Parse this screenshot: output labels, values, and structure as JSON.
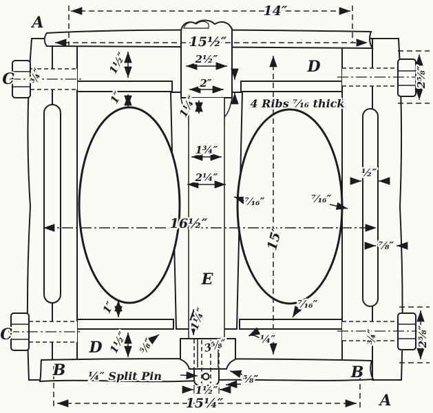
{
  "colors": {
    "ink": "#1c1c1c",
    "paper": "#fbfaf6"
  },
  "letters": {
    "a_top": "A",
    "a_bottom": "A",
    "b_left": "B",
    "b_right": "B",
    "c_top": "C",
    "c_bottom": "C",
    "d_top": "D",
    "d_bottom": "D",
    "e_stem": "E"
  },
  "dimensions": {
    "overall_width_top": "14″",
    "plate_width": "15½″",
    "boss_width": "2½″",
    "boss_face": "2″",
    "neck_height": "1¼″",
    "flange_gap_top": "1½″",
    "rib_gap_top": "1″",
    "bolt_dia_left": "¾″",
    "corner_offset_top": "2⅝″",
    "rod_upper_width": "1¾″",
    "rod_lower_width": "2¼″",
    "web_left": "⁷⁄₁₆″",
    "web_right": "⁷⁄₁₆″",
    "opening_width": "16½″",
    "opening_height": "15″",
    "slot_width": "½″",
    "wall_right": "⅞″",
    "rib_gap_bottom": "1″",
    "flange_gap_bottom": "1½″",
    "ledge_bottom": "⅝″",
    "rod_stub": "1¼″",
    "nut_width": "3⅝″",
    "fillet_bottom": "¼″",
    "web_bottom": "⁷⁄₁₆″",
    "bolt_dia_right": "¾″",
    "corner_offset_bottom": "2⅝″",
    "pin_width": "1½″",
    "pin_height": "⅝″",
    "overall_width_bottom": "15¼″"
  },
  "notes": {
    "ribs": "4 Ribs ⁷⁄₁₆ thick",
    "split_pin": "¼″ Split Pin"
  }
}
